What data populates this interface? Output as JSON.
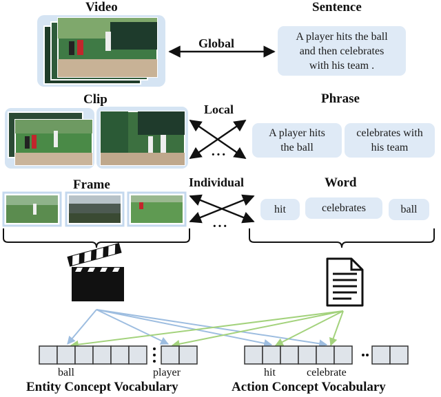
{
  "headers": {
    "video": "Video",
    "sentence": "Sentence",
    "clip": "Clip",
    "phrase": "Phrase",
    "frame": "Frame",
    "word": "Word"
  },
  "connectors": {
    "global": "Global",
    "local": "Local",
    "individual": "Individual",
    "ellipsis": "···"
  },
  "sentence_text": "A player hits the ball\nand then celebrates\nwith his team .",
  "phrases": [
    "A player  hits\nthe ball",
    "celebrates with\nhis team"
  ],
  "words": [
    "hit",
    "celebrates",
    "ball"
  ],
  "entity_vocabulary": {
    "title": "Entity Concept Vocabulary",
    "labels": [
      "ball",
      "player"
    ]
  },
  "action_vocabulary": {
    "title": "Action Concept Vocabulary",
    "labels": [
      "hit",
      "celebrate"
    ]
  },
  "icons": {
    "video": "clapperboard-icon",
    "text": "document-icon"
  },
  "colors": {
    "box_fill": "#dfeaf6",
    "frame_border": "#c4d8ee",
    "entity_arrows": "#9dbde0",
    "action_arrows": "#a3d27c"
  }
}
